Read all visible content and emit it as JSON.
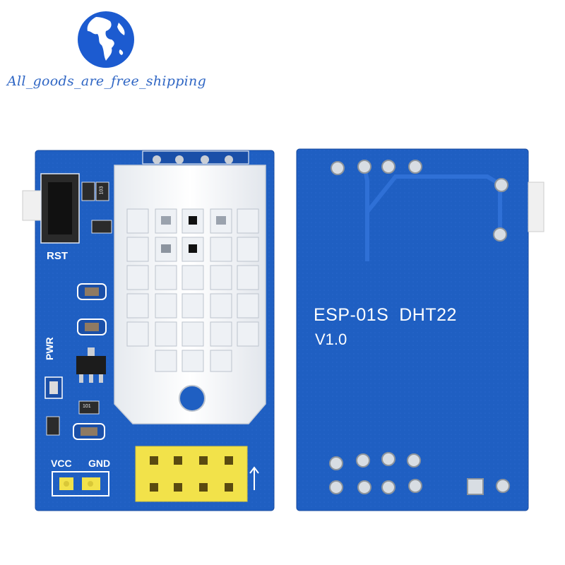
{
  "watermark": {
    "text": "All_goods_are_free_shipping",
    "icon": "globe-icon"
  },
  "front_board": {
    "reset_label": "RST",
    "power_label": "PWR",
    "vcc_label": "VCC",
    "gnd_label": "GND",
    "resistor_code": "103",
    "resistor_code_2": "101"
  },
  "back_board": {
    "title": "ESP-01S  DHT22",
    "version": "V1.0"
  },
  "colors": {
    "pcb_blue": "#1f5fc2",
    "pcb_dark": "#1a4fa8",
    "sensor_white": "#f4f6f8",
    "header_yellow": "#f2e24a",
    "globe_blue": "#2f66c4"
  }
}
